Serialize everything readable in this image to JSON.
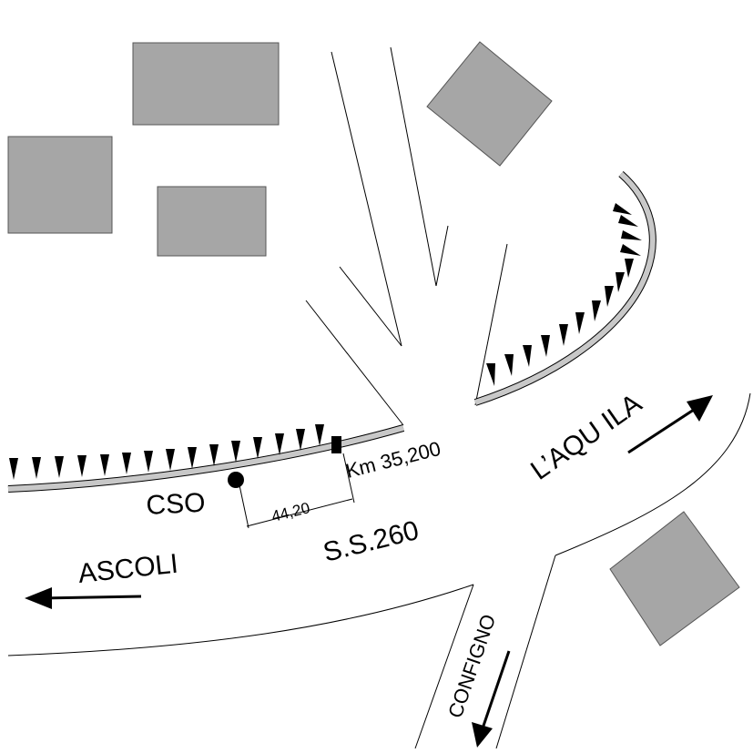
{
  "labels": {
    "road_name": "S.S.260",
    "to_ascoli": "ASCOLI",
    "to_aquila": "L’AQU ILA",
    "to_configno": "CONFIGNO",
    "station": "CSO",
    "km_marker": "Km 35,200",
    "distance": "44,20"
  },
  "colors": {
    "building": "#a6a6a6",
    "embankment": "#c8c8c8",
    "line": "#000000"
  },
  "icons": {
    "station": "station-dot-icon",
    "km_post": "km-marker-icon",
    "direction": "direction-arrow-icon"
  }
}
